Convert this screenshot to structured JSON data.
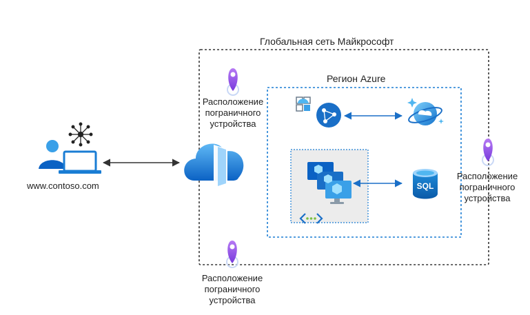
{
  "global_network": {
    "title": "Глобальная сеть Майкрософт"
  },
  "azure_region": {
    "title": "Регион Azure"
  },
  "client": {
    "url": "www.contoso.com"
  },
  "edge_locations": [
    {
      "line1": "Расположение",
      "line2": "пограничного",
      "line3": "устройства"
    },
    {
      "line1": "Расположение",
      "line2": "пограничного",
      "line3": "устройства"
    },
    {
      "line1": "Расположение",
      "line2": "пограничного",
      "line3": "устройства"
    }
  ],
  "sql": {
    "text": "SQL"
  },
  "colors": {
    "azure_blue": "#0078d4",
    "light_blue": "#50b6f0",
    "purple": "#8a3ffc",
    "dashed_black": "#333333",
    "gray_panel": "#ececec"
  }
}
